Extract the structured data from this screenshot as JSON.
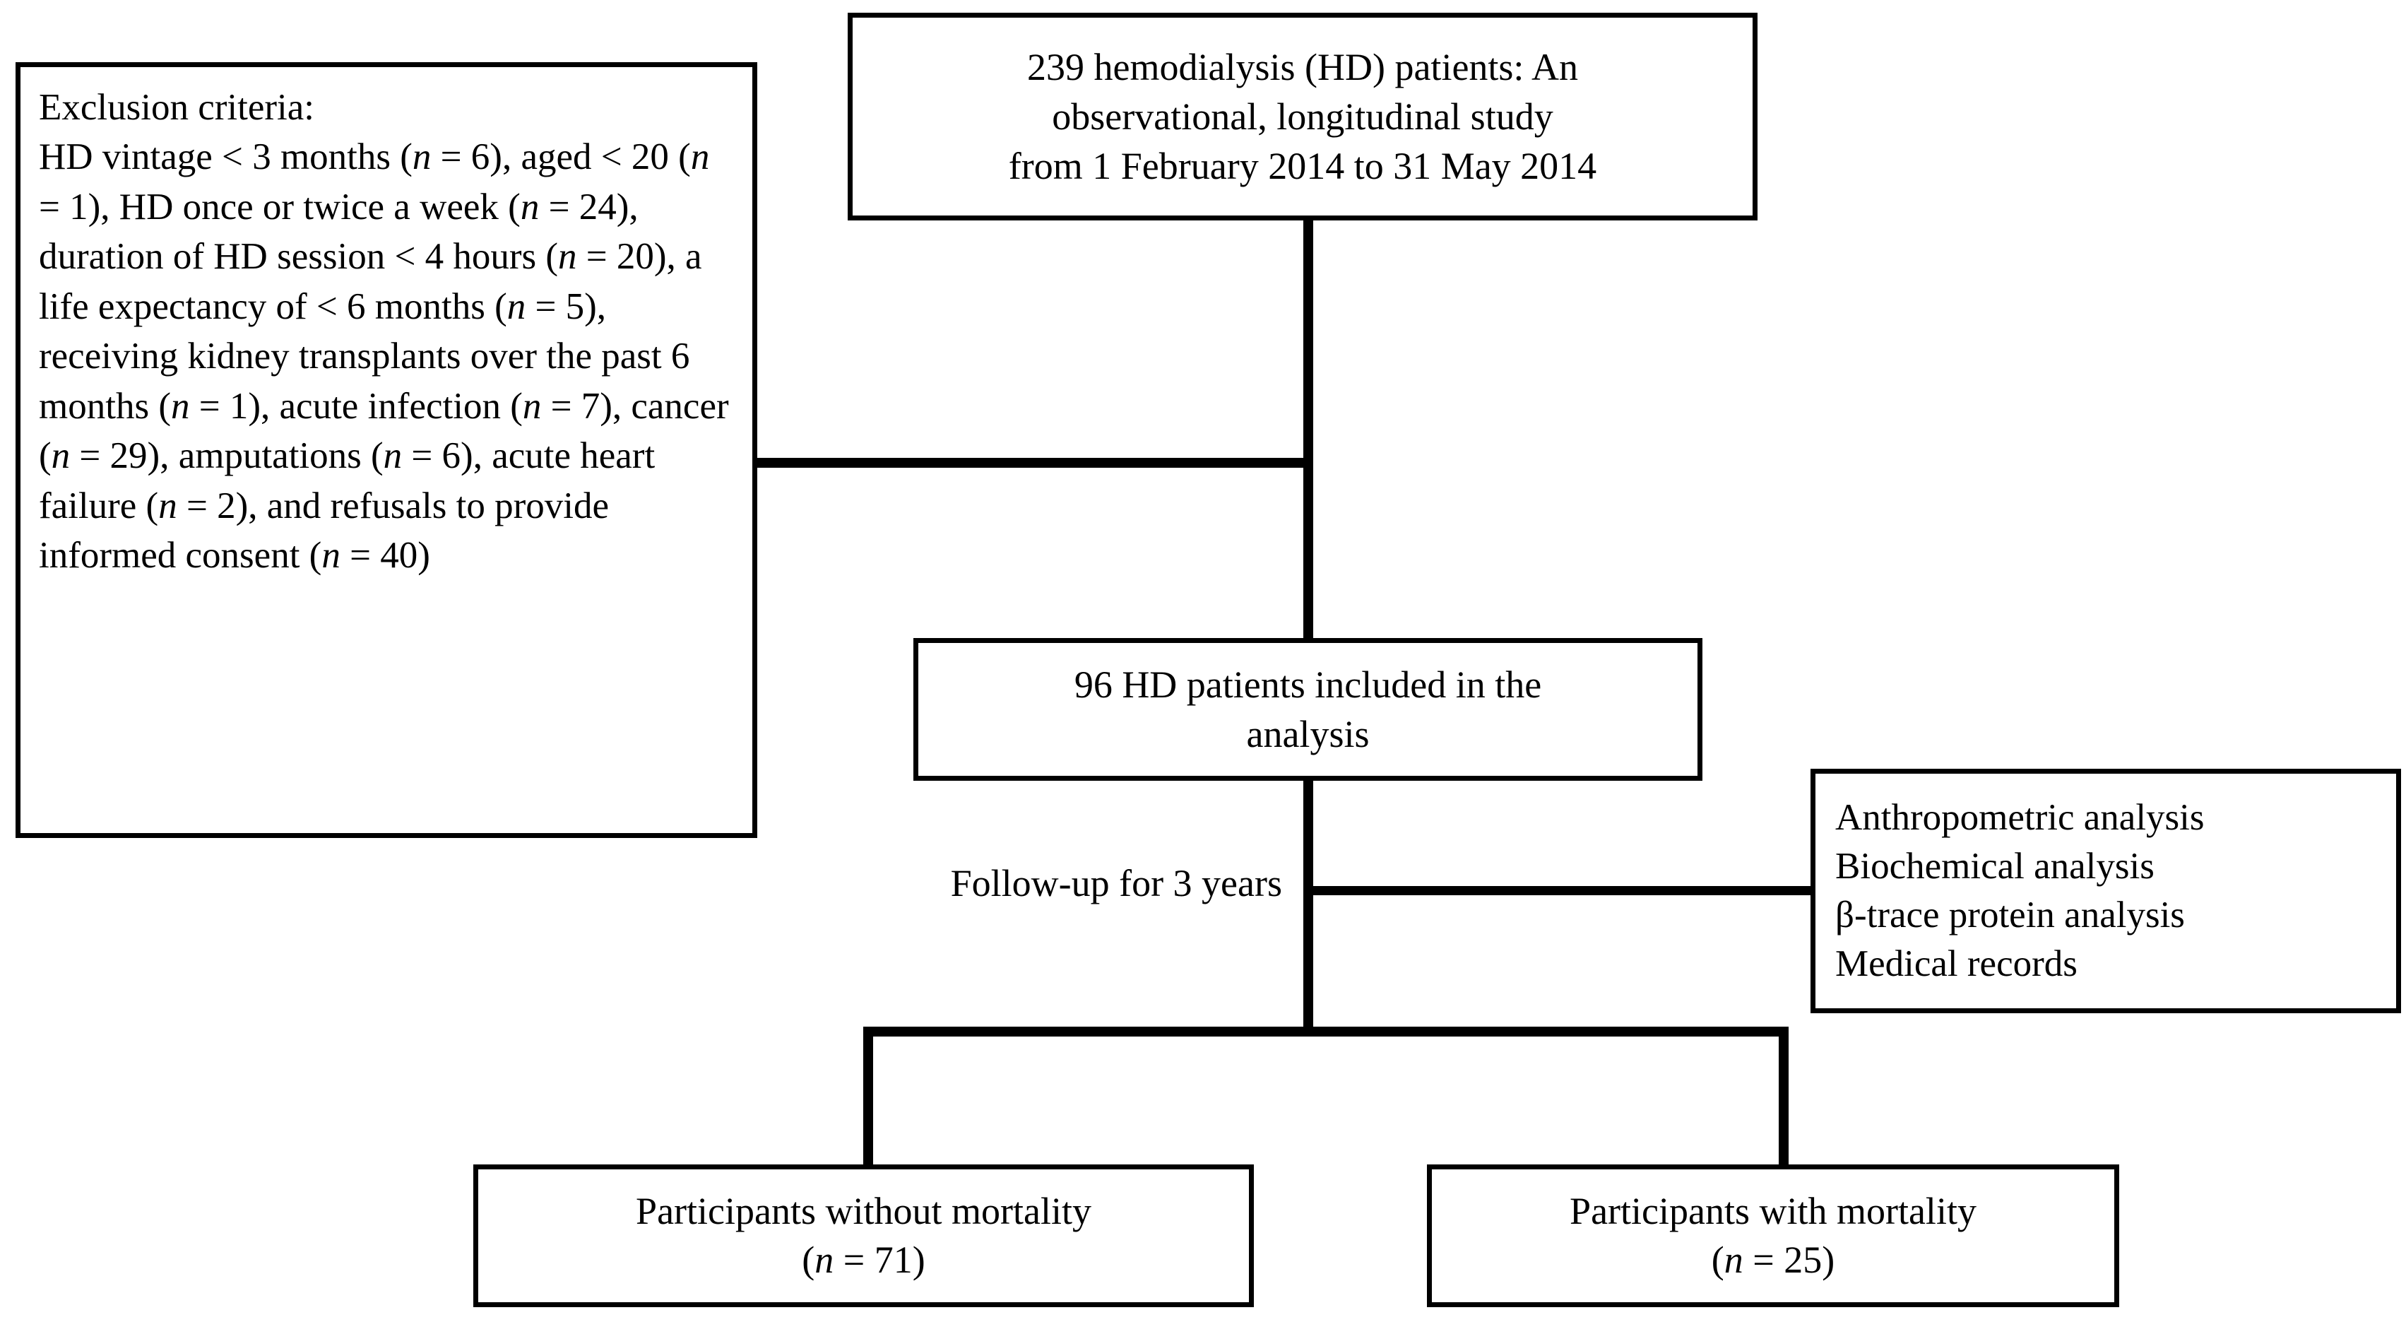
{
  "diagram": {
    "title": "Study participant flow diagram",
    "colors": {
      "background": "#ffffff",
      "line": "#000000",
      "text": "#000000",
      "box_border": "#000000"
    },
    "boxes": {
      "enrollment": {
        "name": "enrollment-box",
        "line1": "239 hemodialysis (HD) patients: An",
        "line2": "observational, longitudinal study",
        "line3": "from 1 February 2014 to 31 May 2014",
        "full_text": "239 hemodialysis (HD) patients: An observational, longitudinal study from 1 February 2014 to 31 May 2014"
      },
      "exclusion": {
        "name": "exclusion-criteria-box",
        "heading": "Exclusion criteria:",
        "body": "HD vintage < 3 months (n = 6), aged < 20 (n = 1), HD once or twice a week (n = 24), duration of HD session < 4 hours (n = 20), a life expectancy of < 6 months (n = 5), receiving kidney transplants over the past 6 months (n = 1), acute infection (n = 7), cancer (n = 29), amputations (n = 6), acute heart failure (n = 2), and refusals to provide informed consent (n = 40)",
        "criteria": [
          {
            "label": "HD vintage < 3 months",
            "n": 6
          },
          {
            "label": "aged < 20",
            "n": 1
          },
          {
            "label": "HD once or twice a week",
            "n": 24
          },
          {
            "label": "duration of HD session < 4 hours",
            "n": 20
          },
          {
            "label": "a life expectancy of < 6 months",
            "n": 5
          },
          {
            "label": "receiving kidney transplants over the past 6 months",
            "n": 1
          },
          {
            "label": "acute infection",
            "n": 7
          },
          {
            "label": "cancer",
            "n": 29
          },
          {
            "label": "amputations",
            "n": 6
          },
          {
            "label": "acute heart failure",
            "n": 2
          },
          {
            "label": "refusals to provide informed consent",
            "n": 40
          }
        ]
      },
      "included": {
        "name": "included-box",
        "line1": "96 HD patients included in the",
        "line2": "analysis",
        "full_text": "96 HD patients included in the analysis",
        "count": 96
      },
      "analyses": {
        "name": "analyses-box",
        "items": [
          "Anthropometric analysis",
          "Biochemical analysis",
          "β-trace protein analysis",
          "Medical records"
        ]
      },
      "without_mortality": {
        "name": "participants-without-mortality-box",
        "line1": "Participants without mortality",
        "n_prefix": "(",
        "n_label": "n",
        "n_value": " = 71)",
        "count": 71
      },
      "with_mortality": {
        "name": "participants-with-mortality-box",
        "line1": "Participants with mortality",
        "n_prefix": "(",
        "n_label": "n",
        "n_value": " = 25)",
        "count": 25
      }
    },
    "labels": {
      "followup": "Follow-up for 3 years"
    }
  }
}
